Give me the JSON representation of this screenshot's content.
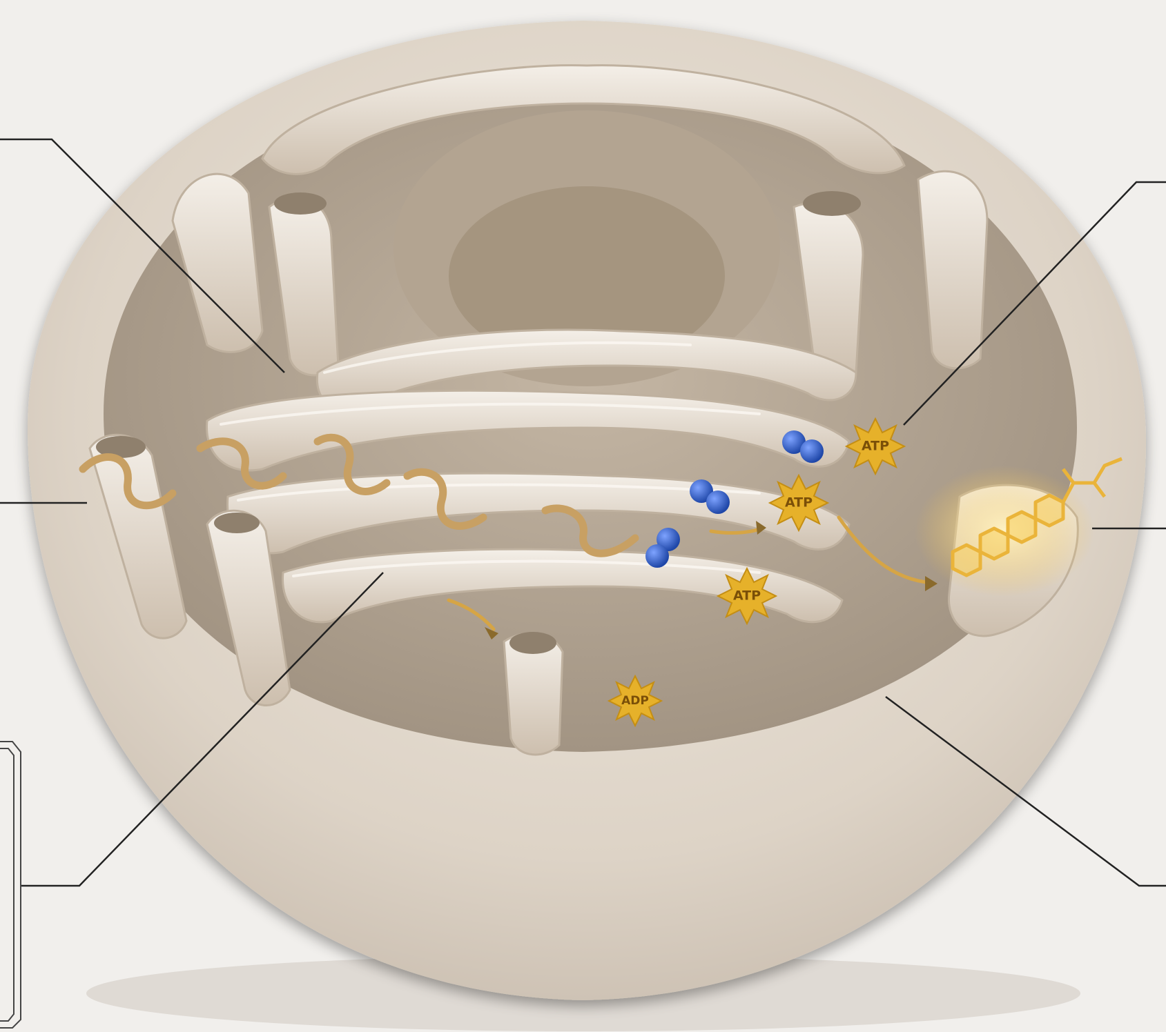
{
  "figure": {
    "subject": "cutaway-organelle-cross-section",
    "palette": {
      "background": "#f1efec",
      "membrane": "#e6ddd1",
      "membrane_shadow": "#b8ab9b",
      "protein_ribbon": "#c8a063",
      "ion_pair": "#2f5fc4",
      "energy_marker": "#e6b12a",
      "glow_molecule": "#f4c24a",
      "leader_line": "#222222"
    }
  },
  "markers": [
    {
      "label": "ATP"
    },
    {
      "label": "ATP"
    },
    {
      "label": "ATP"
    },
    {
      "label": "ADP"
    }
  ],
  "components": {
    "protein_chain_icon": "ribbon-helix",
    "ion_pair_icon": "blue-sphere-pair",
    "molecule_icon": "hexagon-ring-structure",
    "flow_icon": "curved-arrow"
  },
  "callouts": {
    "count": 6,
    "label_text_visible": false
  }
}
